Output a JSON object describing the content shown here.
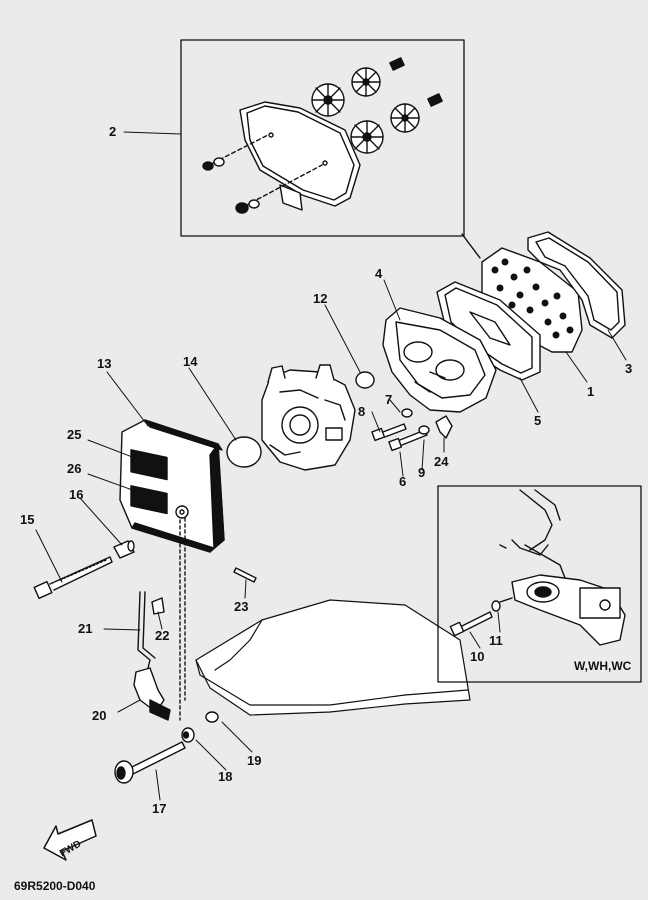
{
  "parts": [
    {
      "id": "p1",
      "label": "1"
    },
    {
      "id": "p2",
      "label": "2"
    },
    {
      "id": "p3",
      "label": "3"
    },
    {
      "id": "p4",
      "label": "4"
    },
    {
      "id": "p5",
      "label": "5"
    },
    {
      "id": "p6",
      "label": "6"
    },
    {
      "id": "p7",
      "label": "7"
    },
    {
      "id": "p8",
      "label": "8"
    },
    {
      "id": "p9",
      "label": "9"
    },
    {
      "id": "p10",
      "label": "10"
    },
    {
      "id": "p11",
      "label": "11"
    },
    {
      "id": "p12",
      "label": "12"
    },
    {
      "id": "p13",
      "label": "13"
    },
    {
      "id": "p14",
      "label": "14"
    },
    {
      "id": "p15",
      "label": "15"
    },
    {
      "id": "p16",
      "label": "16"
    },
    {
      "id": "p17",
      "label": "17"
    },
    {
      "id": "p18",
      "label": "18"
    },
    {
      "id": "p19",
      "label": "19"
    },
    {
      "id": "p20",
      "label": "20"
    },
    {
      "id": "p21",
      "label": "21"
    },
    {
      "id": "p22",
      "label": "22"
    },
    {
      "id": "p23",
      "label": "23"
    },
    {
      "id": "p24",
      "label": "24"
    },
    {
      "id": "p25",
      "label": "25"
    },
    {
      "id": "p26",
      "label": "26"
    }
  ],
  "inset_note": "W,WH,WC",
  "fwd_label": "FWD",
  "drawing_code": "69R5200-D040",
  "colors": {
    "ink": "#111111",
    "background": "#ebebeb",
    "part_fill": "#ffffff"
  }
}
